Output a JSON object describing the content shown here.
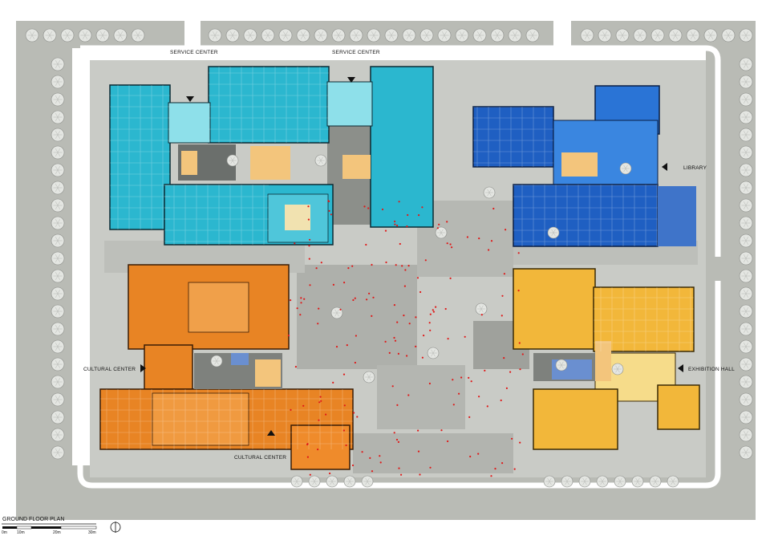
{
  "plan": {
    "labels": {
      "service_center_left": "SERVICE CENTER",
      "service_center_right": "SERVICE CENTER",
      "library": "LIBRARY",
      "cultural_center_left": "CULTURAL CENTER",
      "cultural_center_bottom": "CULTURAL CENTER",
      "exhibition_hall": "EXHIBITION HALL"
    },
    "title": "GROUND FLOOR PLAN",
    "scale_ticks": [
      "0m",
      "10m",
      "20m",
      "30m"
    ],
    "colors": {
      "service_center": "#2bb7cf",
      "library": "#1f5fc2",
      "cultural_center": "#e88424",
      "exhibition_hall": "#f2b73a",
      "plaza": "#c9cbc6",
      "street": "#b9bbb5",
      "trees": "#e4e6e2"
    },
    "icons": [
      "entrance-arrow-icon",
      "tree-icon",
      "north-arrow-icon"
    ]
  }
}
